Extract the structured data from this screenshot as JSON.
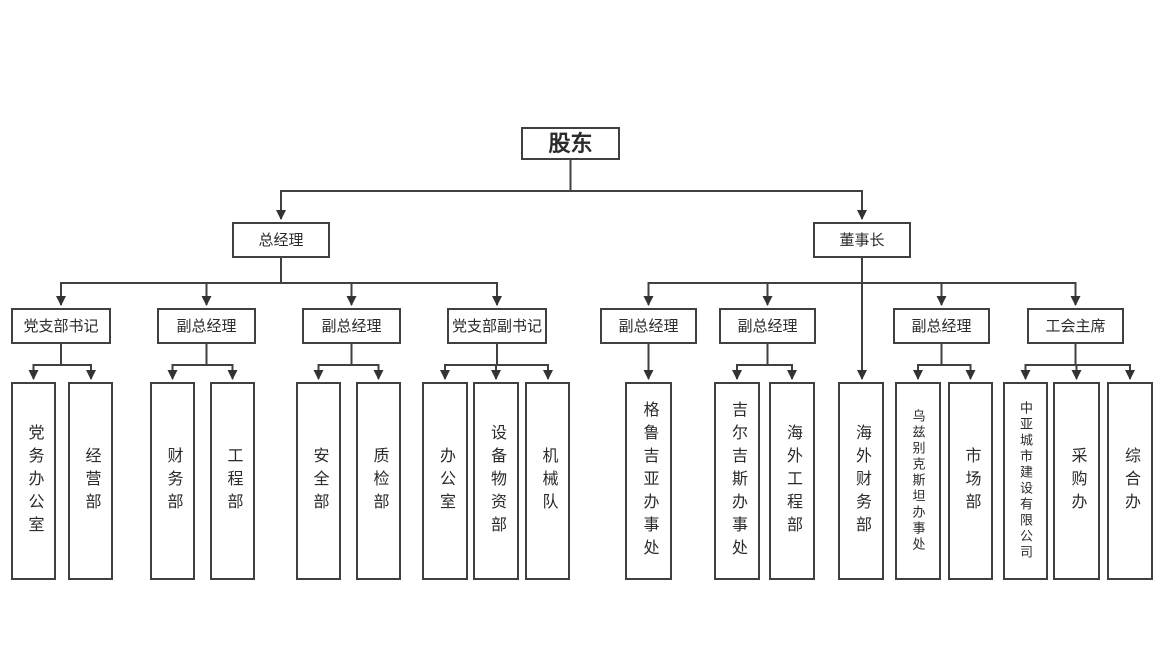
{
  "org_chart": {
    "nodes": {
      "shareholders": "股东",
      "general_manager": "总经理",
      "chairman": "董事长",
      "party_secretary": "党支部书记",
      "deputy_gm_a": "副总经理",
      "deputy_gm_b": "副总经理",
      "deputy_party_secretary": "党支部副书记",
      "deputy_gm_c": "副总经理",
      "deputy_gm_d": "副总经理",
      "deputy_gm_e": "副总经理",
      "union_chairman": "工会主席",
      "party_affairs_office": "党务办公室",
      "operations_dept": "经营部",
      "finance_dept": "财务部",
      "engineering_dept": "工程部",
      "safety_dept": "安全部",
      "quality_dept": "质检部",
      "office": "办公室",
      "equipment_materials_dept": "设备物资部",
      "machinery_team": "机械队",
      "georgia_office": "格鲁吉亚办事处",
      "kyrgyzstan_office": "吉尔吉斯办事处",
      "overseas_engineering_dept": "海外工程部",
      "overseas_finance_dept": "海外财务部",
      "uzbekistan_office": "乌兹别克斯坦办事处",
      "market_dept": "市场部",
      "central_asia_company": "中亚城市建设有限公司",
      "procurement_office": "采购办",
      "general_office": "综合办"
    },
    "colors": {
      "border": "#404040",
      "line": "#404040",
      "text": "#2b2b2b",
      "background": "#ffffff"
    }
  }
}
